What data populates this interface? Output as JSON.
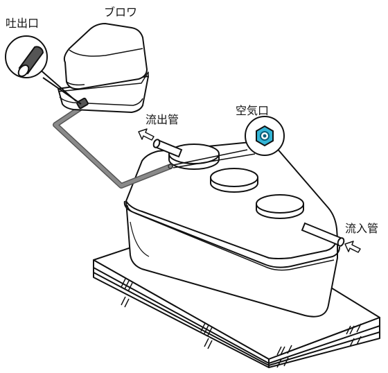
{
  "labels": {
    "outlet_port": "吐出口",
    "blower": "ブロワ",
    "air_port": "空気口",
    "outflow_pipe": "流出管",
    "inflow_pipe": "流入管"
  },
  "colors": {
    "line": "#111111",
    "air_tube": "#8a8a8a",
    "air_tube_edge": "#555555",
    "port_fill": "#33b5d6",
    "port_core": "#0b5e7a",
    "background": "#ffffff"
  },
  "icons": {
    "outlet_detail": "outlet-port-magnifier-icon",
    "air_port_detail": "air-port-nut-icon",
    "flow_arrow": "flow-direction-arrow-icon"
  }
}
